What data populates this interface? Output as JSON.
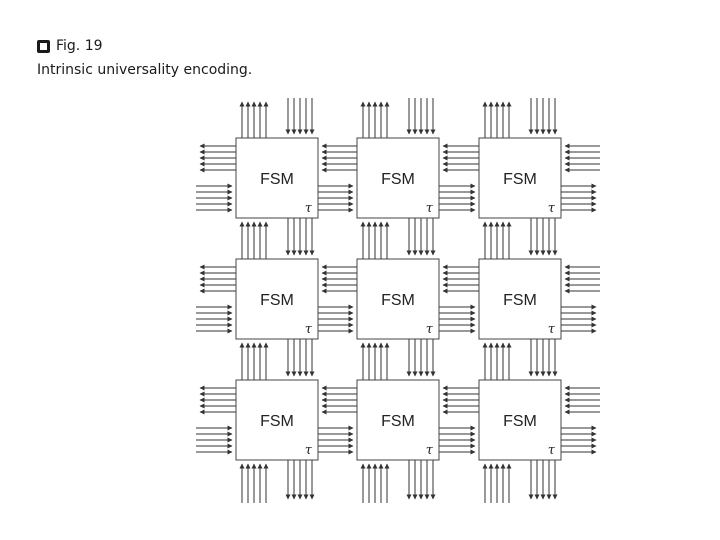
{
  "figure": {
    "label": "Fig. 19",
    "caption": "Intrinsic universality encoding."
  },
  "diagram": {
    "rows": 3,
    "cols": 3,
    "cells": [
      {
        "label": "FSM",
        "sublabel": "τ"
      },
      {
        "label": "FSM",
        "sublabel": "τ"
      },
      {
        "label": "FSM",
        "sublabel": "τ"
      },
      {
        "label": "FSM",
        "sublabel": "τ"
      },
      {
        "label": "FSM",
        "sublabel": "τ"
      },
      {
        "label": "FSM",
        "sublabel": "τ"
      },
      {
        "label": "FSM",
        "sublabel": "τ"
      },
      {
        "label": "FSM",
        "sublabel": "τ"
      },
      {
        "label": "FSM",
        "sublabel": "τ"
      }
    ],
    "colors": {
      "line": "#333333",
      "box_border": "#444444"
    }
  }
}
